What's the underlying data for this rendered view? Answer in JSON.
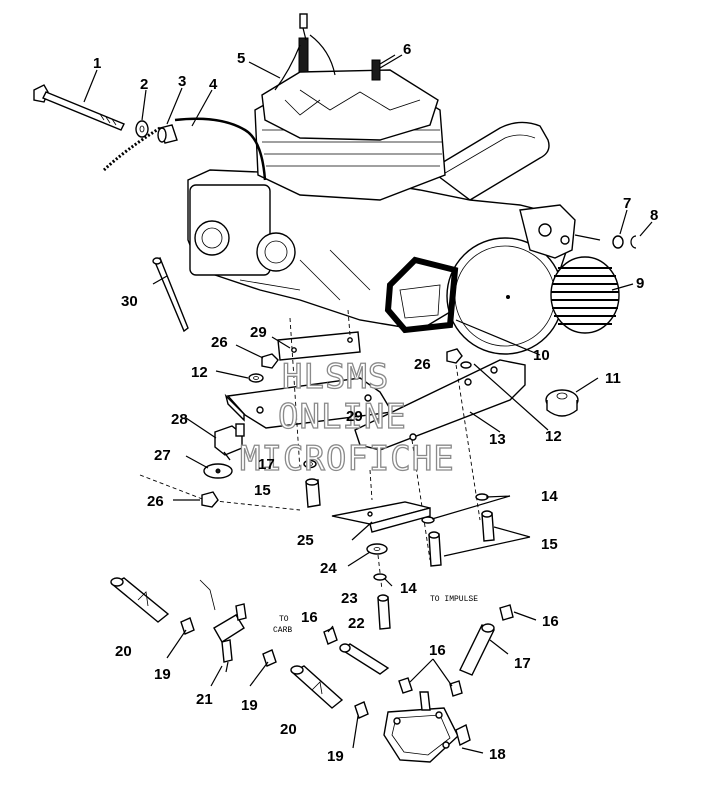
{
  "callouts": {
    "c1": "1",
    "c2": "2",
    "c3": "3",
    "c4": "4",
    "c5": "5",
    "c6": "6",
    "c7": "7",
    "c8": "8",
    "c9": "9",
    "c10": "10",
    "c11": "11",
    "c12a": "12",
    "c12b": "12",
    "c13": "13",
    "c14a": "14",
    "c14b": "14",
    "c15a": "15",
    "c15b": "15",
    "c16a": "16",
    "c16b": "16",
    "c16c": "16",
    "c17a": "17",
    "c17b": "17",
    "c18": "18",
    "c19a": "19",
    "c19b": "19",
    "c19c": "19",
    "c20a": "20",
    "c20b": "20",
    "c21": "21",
    "c22": "22",
    "c23": "23",
    "c24": "24",
    "c25": "25",
    "c26a": "26",
    "c26b": "26",
    "c26c": "26",
    "c27": "27",
    "c28": "28",
    "c29a": "29",
    "c29b": "29",
    "c30": "30"
  },
  "notes": {
    "to_carb_1": "TO",
    "to_carb_2": "CARB",
    "to_impulse": "TO IMPULSE"
  },
  "watermark": {
    "line1": "HLSMS",
    "line2": "ONLINE",
    "line3": "MICROFICHE"
  }
}
